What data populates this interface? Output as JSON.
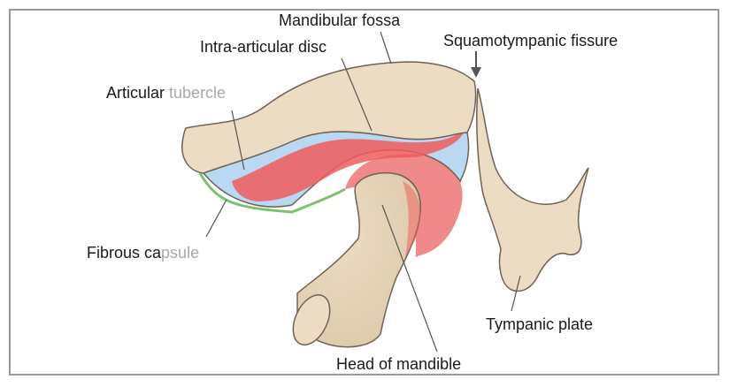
{
  "labels": {
    "mandibular_fossa": "Mandibular fossa",
    "intra_articular_disc": "Intra-articular disc",
    "squamotympanic_fissure": "Squamotympanic fissure",
    "articular_prefix": "Articular",
    "articular_suffix": "tubercle",
    "fibrous_prefix": "Fibrous ca",
    "fibrous_suffix": "psule",
    "tympanic_plate": "Tympanic plate",
    "head_of_mandible": "Head of mandible"
  },
  "colors": {
    "bone": "#ecdcc4",
    "bone_outline": "#6f6356",
    "disc_blue": "#b9d9f3",
    "synovial_red": "#ef5a5a",
    "capsule_green": "#7cc26a",
    "frame": "#9a9a9a",
    "faded_text": "#a8a8a8"
  }
}
